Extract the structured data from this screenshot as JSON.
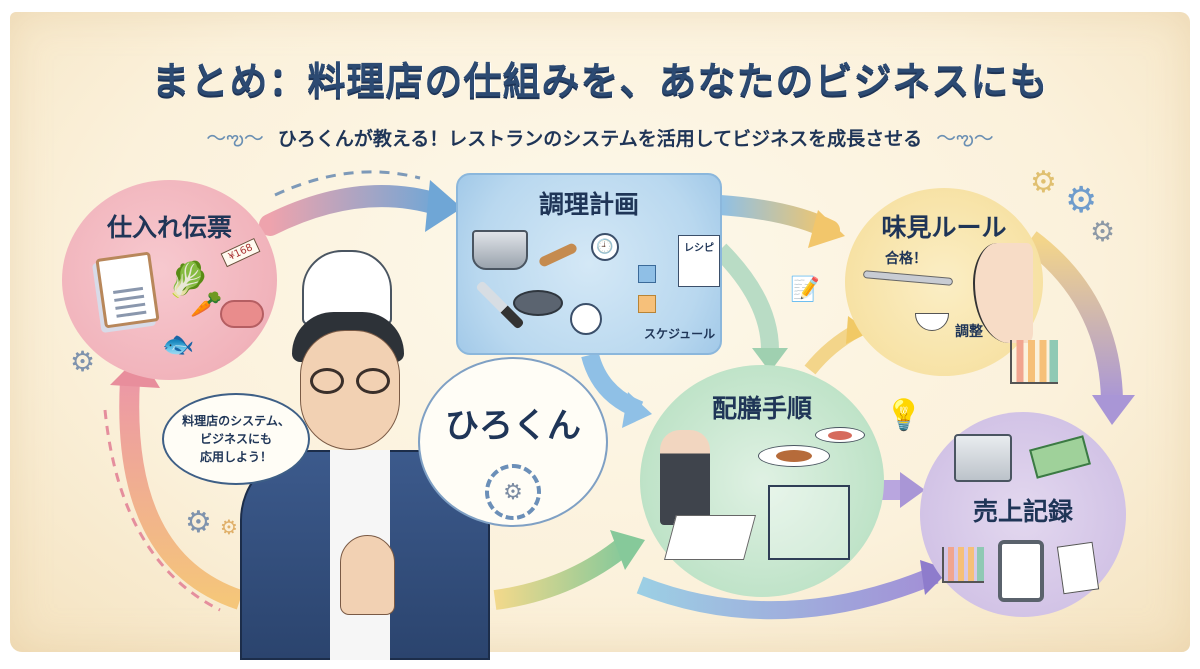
{
  "title": "まとめ：料理店の仕組みを、あなたのビジネスにも",
  "subtitle": {
    "text": "ひろくんが教える！レストランのシステムを活用してビジネスを成長させる",
    "ornament_left": "〜ఌ〜",
    "ornament_right": "〜ఌ〜"
  },
  "colors": {
    "title": "#2c4a72",
    "text": "#1f3557",
    "shiire": "#f1b3bb",
    "chouri": "#b9d8ef",
    "ajimi": "#f7e2a5",
    "haizen": "#bfe3c8",
    "uriage": "#d2c3e6",
    "paper": "#fbf1db"
  },
  "nodes": {
    "shiire": {
      "label": "仕入れ伝票",
      "price_tag": "¥168",
      "icons": [
        "clipboard-icon",
        "vegetables-icon",
        "meat-icon",
        "fish-icon",
        "price-tag-icon"
      ]
    },
    "chouri": {
      "label": "調理計画",
      "recipe_card": "レシピ",
      "schedule": "スケジュール",
      "icons": [
        "pot-icon",
        "spoon-icon",
        "knife-icon",
        "frying-pan-icon",
        "clock-icon",
        "stopwatch-icon",
        "flowchart-icon",
        "recipe-card-icon"
      ]
    },
    "ajimi": {
      "label": "味見ルール",
      "pass": "合格！",
      "adjust": "調整",
      "icons": [
        "spoon-icon",
        "face-icon",
        "bowl-icon"
      ]
    },
    "haizen": {
      "label": "配膳手順",
      "icons": [
        "waiter-icon",
        "dish-icon",
        "floor-plan-icon",
        "table-icon"
      ]
    },
    "uriage": {
      "label": "売上記録",
      "icons": [
        "cash-register-icon",
        "money-icon",
        "bar-chart-icon",
        "tablet-chart-icon",
        "receipt-icon"
      ]
    }
  },
  "character": {
    "name": "ひろくん",
    "speech_lines": [
      "料理店のシステム、",
      "ビジネスにも",
      "応用しよう！"
    ]
  }
}
